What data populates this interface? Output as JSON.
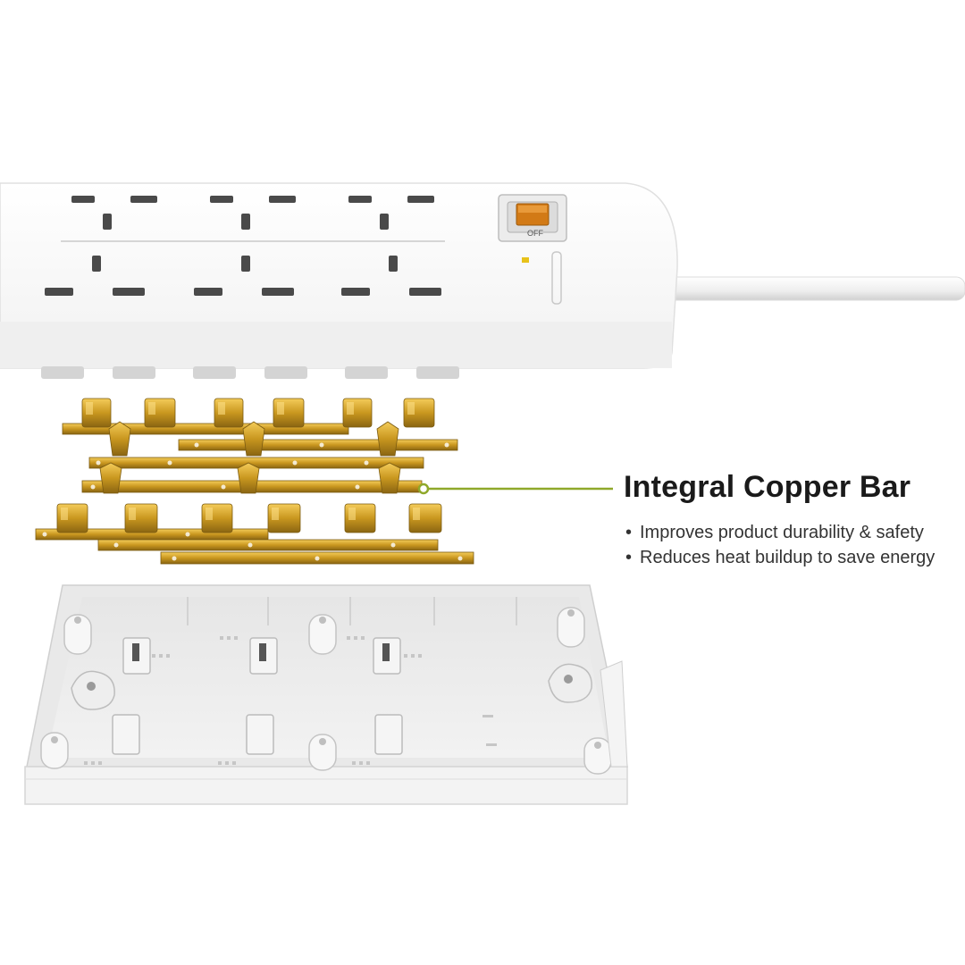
{
  "feature": {
    "title": "Integral Copper Bar",
    "bullets": [
      "Improves product durability & safety",
      "Reduces heat buildup to save energy"
    ]
  },
  "power_strip": {
    "switch_label": "OFF",
    "socket_count": 6
  },
  "colors": {
    "copper": "#c9971f",
    "copper_light": "#f0c24a",
    "leader_line": "#8fa82a",
    "housing": "#f3f3f3",
    "housing_shadow": "#d9d9d9"
  }
}
